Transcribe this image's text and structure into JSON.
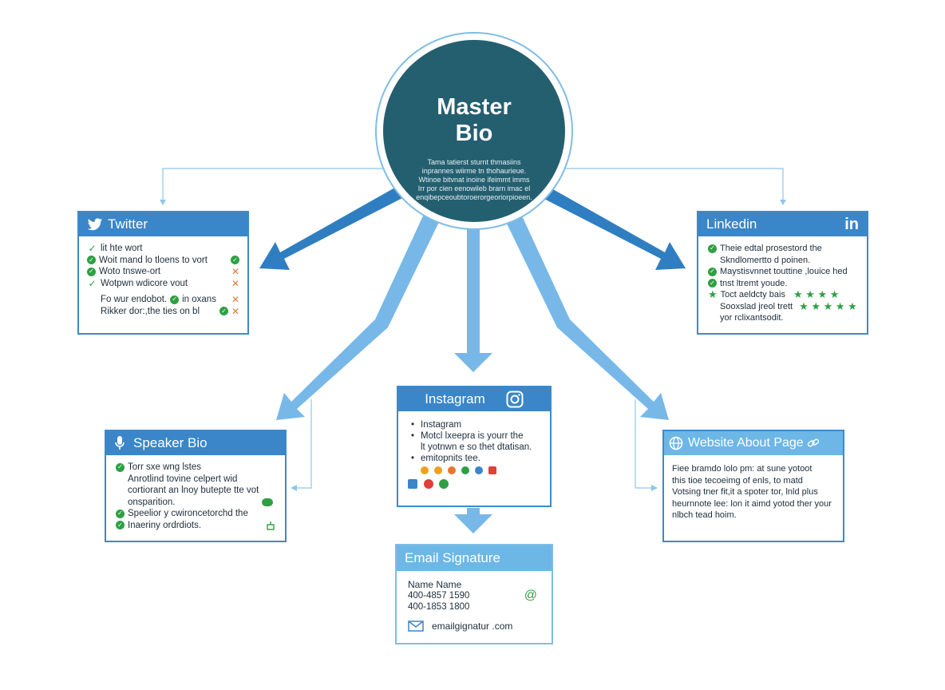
{
  "hub": {
    "title": "Master\nBio",
    "description": "Tama tatierst sturnt thmasiins inprannes wiirme tn thohaurieue. Wtinoe bitvnat inoine ifeimmt imms Irr por cien eenowileb brarn imac el enqibepceoubtoroerorgeoriorpioeen."
  },
  "cards": {
    "twitter": {
      "title": "Twitter",
      "rows": [
        {
          "text": "lit hte wort"
        },
        {
          "text": "Woit mand lo tloens to vort"
        },
        {
          "text": "Woto tnswe-ort"
        },
        {
          "text": "Wotpwn wdicore vout"
        },
        {
          "text": "Fo wur endobot."
        },
        {
          "text": "Rikker dor:,the ties on bl"
        }
      ],
      "row5_extra": "in oxans"
    },
    "linkedin": {
      "title": "Linkedin",
      "logo": "in",
      "rows": [
        {
          "text": "Theie edtal prosestord the"
        },
        {
          "text": "Skndlomertto d poinen."
        },
        {
          "text": "Maystisvnnet touttine ,louice hed"
        },
        {
          "text": "tnst ltremt youde."
        },
        {
          "text": "Toct aeldcty bais"
        },
        {
          "text": "Sooxslad jreol trett"
        },
        {
          "text": "yor rclixantsodit."
        }
      ]
    },
    "instagram": {
      "title": "Instagram",
      "rows": [
        {
          "text": "Instagram"
        },
        {
          "text": "Motcl lxeepra is yourr the"
        },
        {
          "text": "lt yotnwn e so thet dtatisan."
        },
        {
          "text": "emitopnits tee."
        }
      ]
    },
    "speaker": {
      "title": "Speaker Bio",
      "rows": [
        {
          "text": "Torr sxe wng lstes"
        },
        {
          "text": "Anrotlind tovine celpert wid"
        },
        {
          "text": "cortiorant an lnoy butepte tte vot"
        },
        {
          "text": "onsparition."
        },
        {
          "text": "Speelior y cwironcetorchd the"
        },
        {
          "text": "Inaeriny ordrdiots."
        }
      ]
    },
    "website": {
      "title": "Website About Page",
      "rows": [
        {
          "text": "Fiee bramdo lolo pm: at sune yotoot"
        },
        {
          "text": "this tioe tecoeimg of enls, to matd"
        },
        {
          "text": "Votsing tner fit,it a spoter tor, lnld plus"
        },
        {
          "text": "heurnnote lee: lon it aimd yotod ther your"
        },
        {
          "text": "nlbch tead hoim."
        }
      ]
    },
    "email": {
      "title": "Email Signature",
      "name": "Name Name",
      "phone1": "400-4857 1590",
      "phone2": "400-1853 1800",
      "email": "emailgignatur .com",
      "at_symbol": "@"
    }
  },
  "colors": {
    "hub_fill": "#245f70",
    "header_blue": "#3a86c8",
    "header_light": "#6cb7e6",
    "arrow_dark": "#2f7ec1",
    "arrow_light": "#77b8e8",
    "check_green": "#2ea043",
    "cross_orange": "#e8772e"
  },
  "icons": [
    "twitter-bird-icon",
    "linkedin-logo-icon",
    "instagram-camera-icon",
    "microphone-icon",
    "globe-icon",
    "link-icon",
    "envelope-icon"
  ]
}
